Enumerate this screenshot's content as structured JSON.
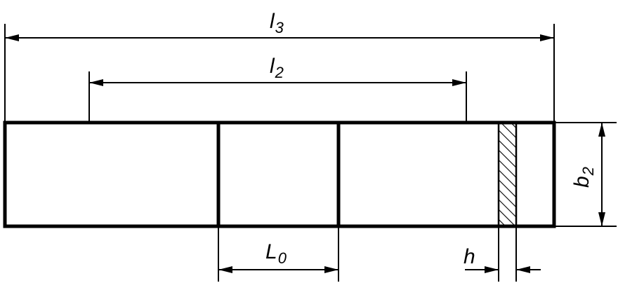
{
  "labels": {
    "l3": {
      "main": "l",
      "sub": "3"
    },
    "l2": {
      "main": "l",
      "sub": "2"
    },
    "L0": {
      "main": "L",
      "sub": "0"
    },
    "b2": {
      "main": "b",
      "sub": "2"
    },
    "h": {
      "main": "h"
    }
  },
  "colors": {
    "line": "#000000",
    "background": "#ffffff"
  }
}
